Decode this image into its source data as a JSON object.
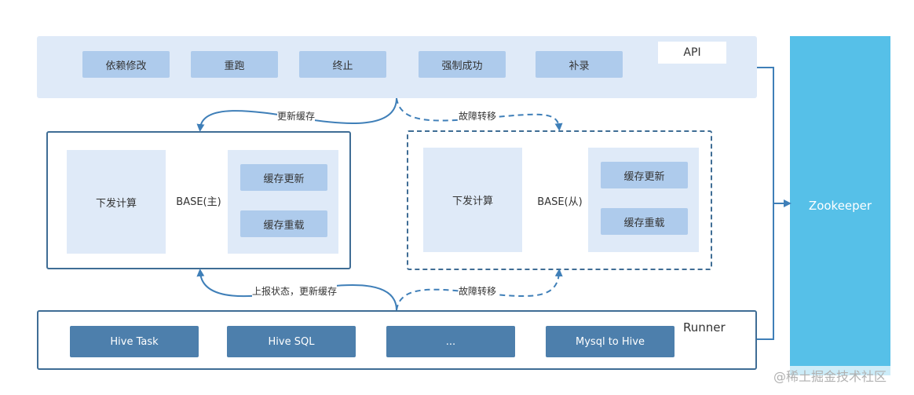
{
  "api": {
    "label": "API",
    "buttons": [
      "依赖修改",
      "重跑",
      "终止",
      "强制成功",
      "补录"
    ]
  },
  "base_master": {
    "label": "BASE(主)",
    "compute": "下发计算",
    "cache_update": "缓存更新",
    "cache_reload": "缓存重载"
  },
  "base_slave": {
    "label": "BASE(从)",
    "compute": "下发计算",
    "cache_update": "缓存更新",
    "cache_reload": "缓存重载"
  },
  "runner": {
    "label": "Runner",
    "tasks": [
      "Hive Task",
      "Hive SQL",
      "...",
      "Mysql to Hive"
    ]
  },
  "zookeeper": {
    "label": "Zookeeper"
  },
  "flows": {
    "update_cache": "更新缓存",
    "failover_top": "故障转移",
    "report_status": "上报状态，更新缓存",
    "failover_bottom": "故障转移"
  },
  "watermark": "@稀土掘金技术社区",
  "colors": {
    "panel": "#dfeaf8",
    "button": "#aecbec",
    "task": "#4d7fac",
    "border": "#3f6d95",
    "zookeeper": "#56c0e8"
  }
}
